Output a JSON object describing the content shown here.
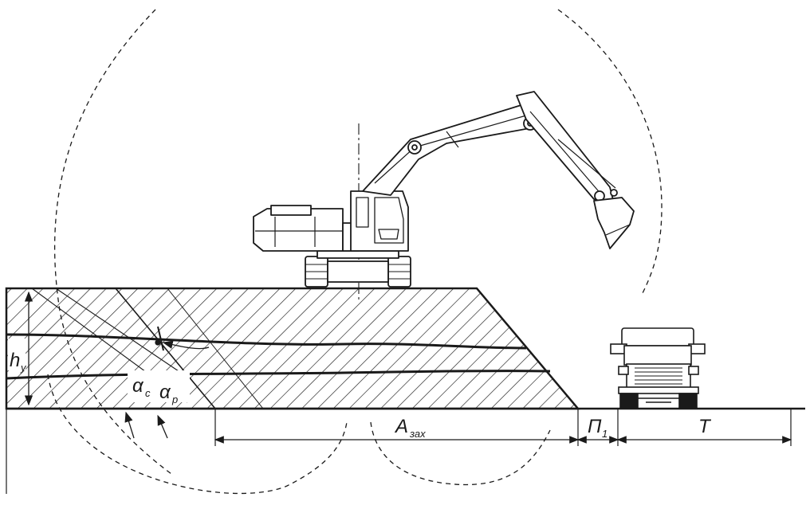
{
  "labels": {
    "h_main": "h",
    "h_sub": "у",
    "alpha_c_main": "α",
    "alpha_c_sub": "с",
    "alpha_p_main": "α",
    "alpha_p_sub": "р",
    "a_main": "А",
    "a_sub": "зах",
    "p_main": "П",
    "p_sub": "1",
    "t_main": "Т"
  },
  "colors": {
    "line": "#1a1a1a",
    "background": "#ffffff"
  }
}
